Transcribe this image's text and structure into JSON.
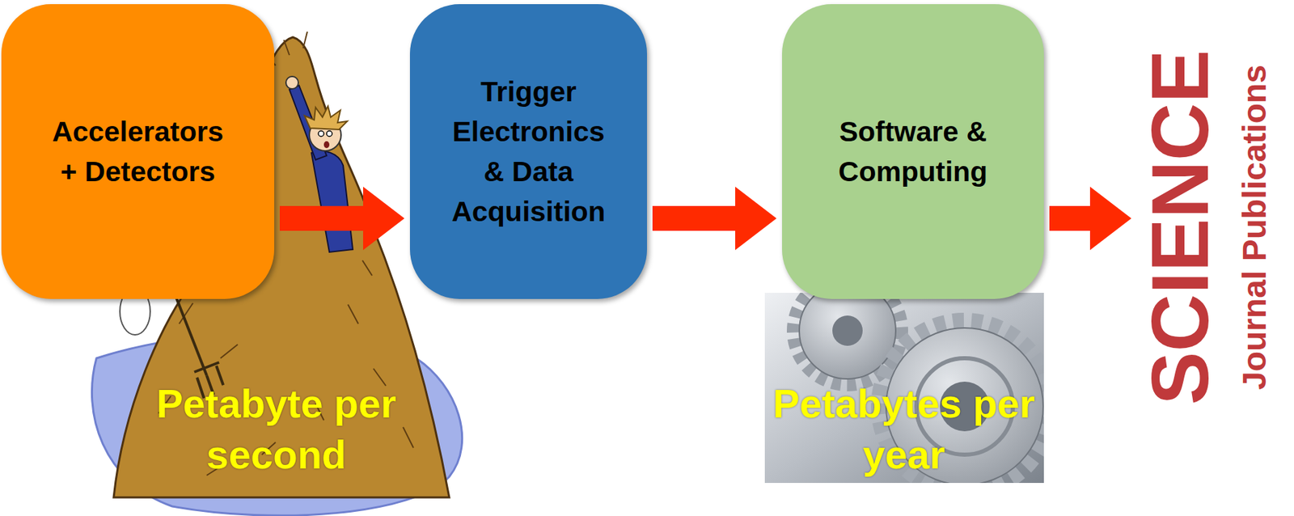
{
  "diagram": {
    "nodes": [
      {
        "text": [
          "Accelerators + Detectors"
        ]
      },
      {
        "text": [
          "Trigger Electronics & Data Acquisition"
        ]
      },
      {
        "text": [
          "Software & Computing"
        ]
      },
      {
        "text": [
          "SCIENCE",
          "Journal Publications"
        ]
      }
    ],
    "edges": [
      {
        "from": 0,
        "to": 1,
        "arrow": "to"
      },
      {
        "from": 1,
        "to": 2,
        "arrow": "to"
      },
      {
        "from": 2,
        "to": 3,
        "arrow": "to"
      }
    ],
    "labels": [
      "Petabyte per second",
      "Petabytes per year"
    ]
  }
}
